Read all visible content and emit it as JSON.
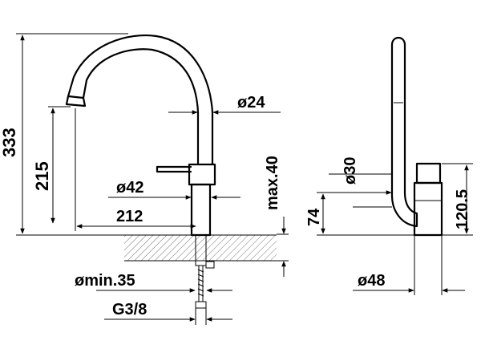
{
  "dimensions": {
    "total_height": "333",
    "spout_height": "215",
    "spout_reach": "212",
    "body_diameter": "ø42",
    "spout_diameter": "ø24",
    "max_thickness": "max.40",
    "hole_diameter": "ømin.35",
    "connection": "G3/8",
    "side_spout_diameter": "ø30",
    "side_height_74": "74",
    "side_height_120": "120.5",
    "side_base_diameter": "ø48"
  }
}
